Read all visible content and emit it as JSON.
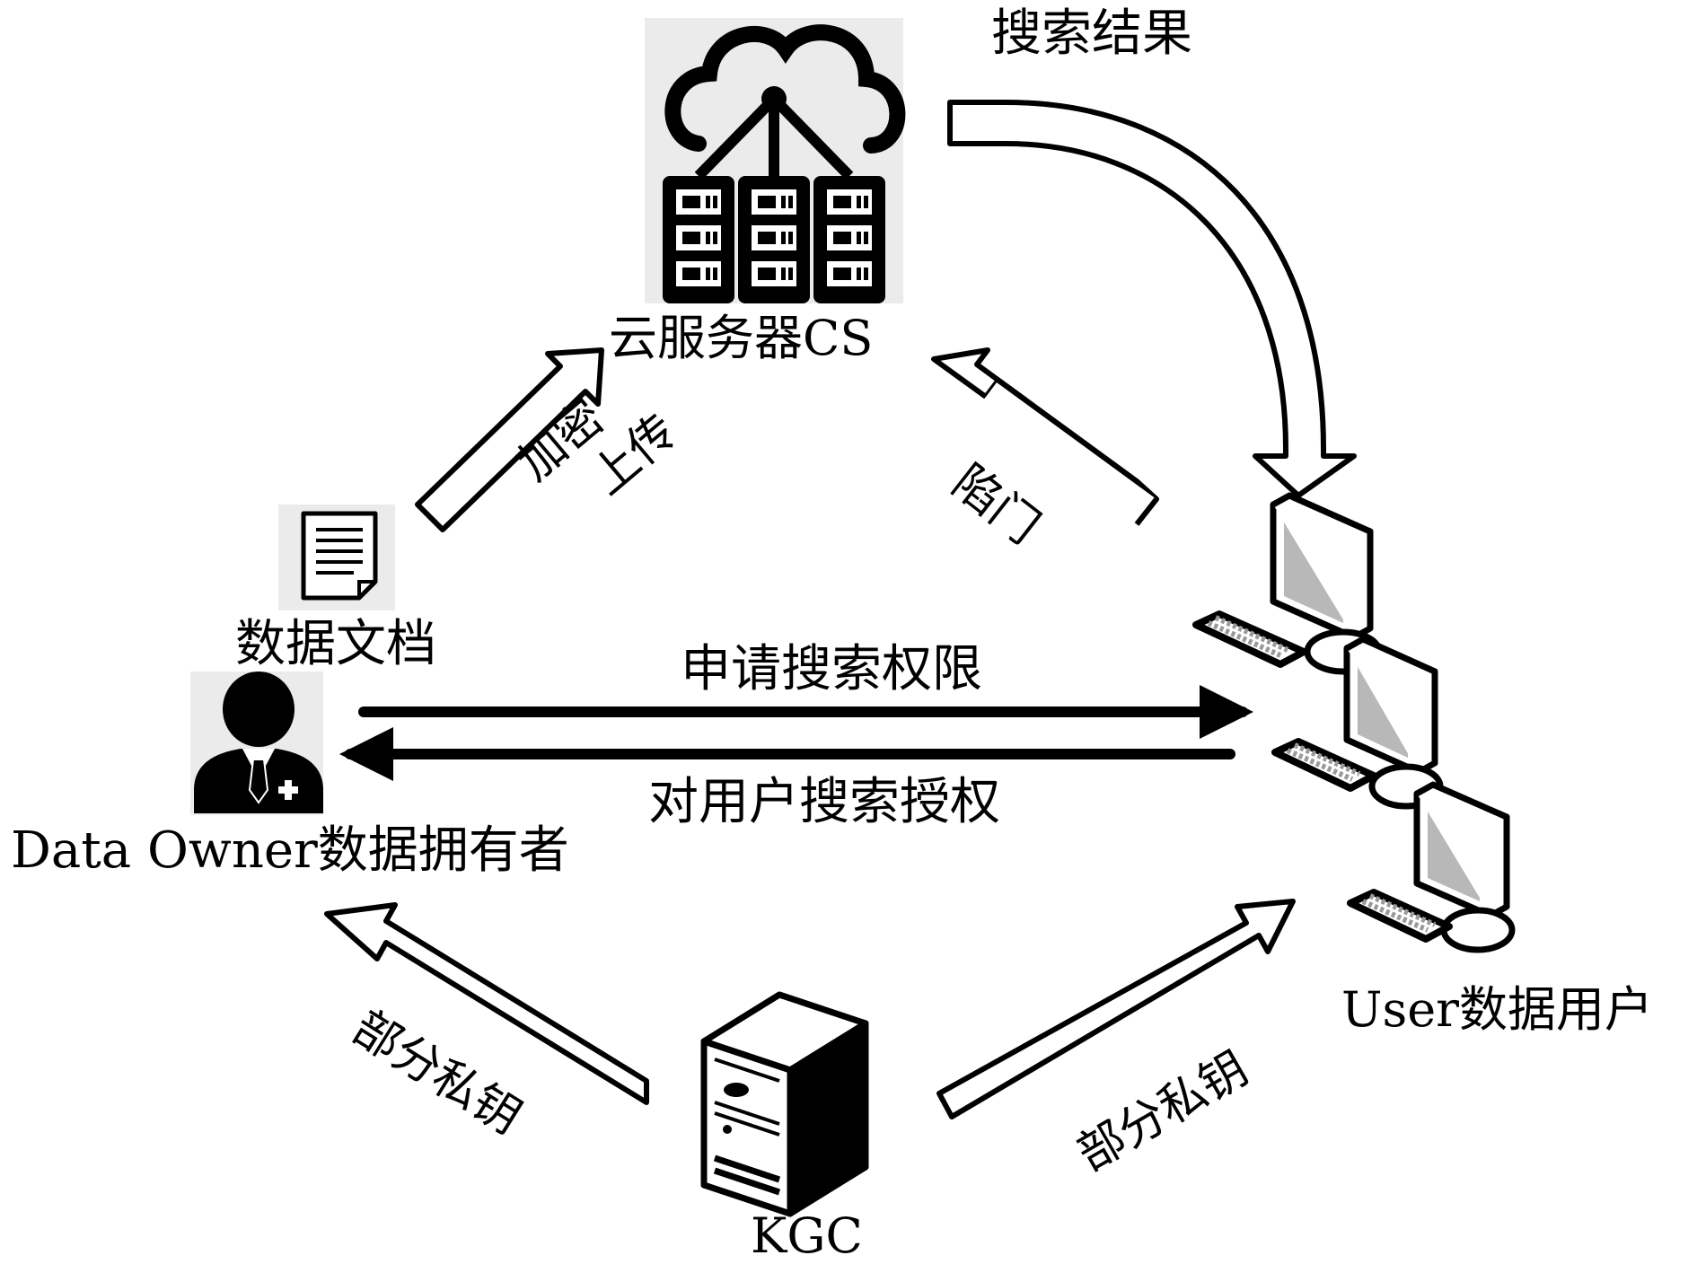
{
  "nodes": {
    "cloud_server": {
      "label": "云服务器CS",
      "icon": "cloud-server-icon"
    },
    "data_owner": {
      "label": "Data Owner数据拥有者",
      "icon": "person-icon"
    },
    "data_document": {
      "label": "数据文档",
      "icon": "document-icon"
    },
    "data_user": {
      "label": "User数据用户",
      "icon": "computers-icon"
    },
    "kgc": {
      "label": "KGC",
      "icon": "server-tower-icon"
    }
  },
  "edges": {
    "encrypt_upload": {
      "label_line1": "加密",
      "label_line2": "上传"
    },
    "trapdoor": {
      "label": "陷门"
    },
    "search_result": {
      "label": "搜索结果"
    },
    "apply_permission": {
      "label": "申请搜索权限"
    },
    "authorize_user": {
      "label": "对用户搜索授权"
    },
    "partial_key_owner": {
      "label": "部分私钥"
    },
    "partial_key_user": {
      "label": "部分私钥"
    }
  },
  "colors": {
    "stroke": "#000000",
    "icon_bg": "#ebebeb",
    "screen": "#b8b8b8"
  }
}
